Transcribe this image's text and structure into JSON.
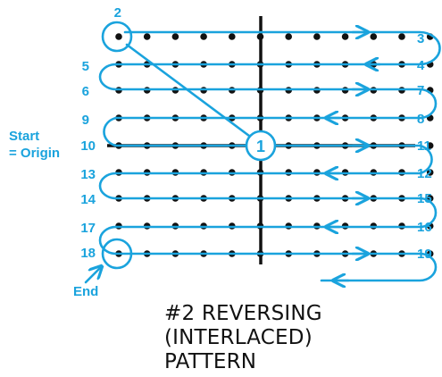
{
  "diagram": {
    "start_label": [
      "Start",
      "= Origin"
    ],
    "end_label": "End",
    "origin_marker": "1",
    "row_labels_left": [
      "2",
      "5",
      "6",
      "9",
      "10",
      "13",
      "14",
      "17",
      "18"
    ],
    "row_labels_right": [
      "3",
      "4",
      "7",
      "8",
      "11",
      "12",
      "15",
      "16",
      "19"
    ],
    "rows": 9,
    "columns": 12,
    "colors": {
      "path": "#1aa3dd",
      "dots": "#111111",
      "axes": "#111111"
    }
  },
  "caption": {
    "lines": [
      "#2 REVERSING",
      "(INTERLACED)",
      "PATTERN"
    ]
  }
}
